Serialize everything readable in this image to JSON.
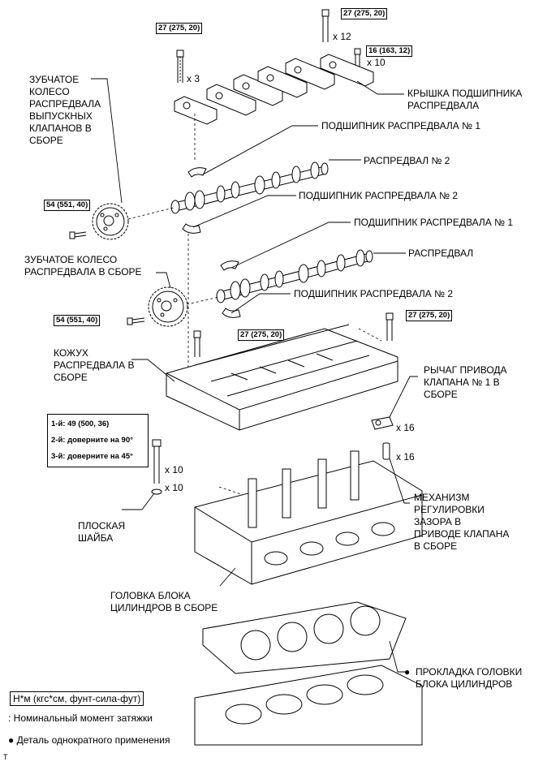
{
  "labels": {
    "exhaust_gear": "ЗУБЧАТОЕ\nКОЛЕСО\nРАСПРЕДВАЛА\nВЫПУСКНЫХ\nКЛАПАНОВ В\nСБОРЕ",
    "bearing_cap": "КРЫШКА ПОДШИПНИКА\nРАСПРЕДВАЛА",
    "bearing_1a": "ПОДШИПНИК РАСПРЕДВАЛА № 1",
    "camshaft_2": "РАСПРЕДВАЛ № 2",
    "bearing_2a": "ПОДШИПНИК РАСПРЕДВАЛА № 2",
    "bearing_1b": "ПОДШИПНИК РАСПРЕДВАЛА № 1",
    "camshaft": "РАСПРЕДВАЛ",
    "intake_gear": "ЗУБЧАТОЕ КОЛЕСО\nРАСПРЕДВАЛА В СБОРЕ",
    "bearing_2b": "ПОДШИПНИК РАСПРЕДВАЛА № 2",
    "housing": "КОЖУХ\nРАСПРЕДВАЛА В\nСБОРЕ",
    "rocker_arm": "РЫЧАГ ПРИВОДА\nКЛАПАНА № 1 В\nСБОРЕ",
    "lash_adjuster": "МЕХАНИЗМ\nРЕГУЛИРОВКИ\nЗАЗОРА В\nПРИВОДЕ КЛАПАНА\nВ СБОРЕ",
    "plate_washer": "ПЛОСКАЯ\nШАЙБА",
    "cylinder_head": "ГОЛОВКА БЛОКА\nЦИЛИНДРОВ В СБОРЕ",
    "head_gasket": "ПРОКЛАДКА ГОЛОВКИ\nБЛОКА ЦИЛИНДРОВ"
  },
  "torques": {
    "t_top_left": "27 (275, 20)",
    "t_top_right": "27 (275, 20)",
    "t_small": "16 (163, 12)",
    "t_exhaust_gear": "54 (551, 40)",
    "t_intake_gear": "54 (551, 40)",
    "t_housing_right": "27 (275, 20)",
    "t_housing_mid": "27 (275, 20)"
  },
  "quantities": {
    "q_top_left": "x 3",
    "q_top_right": "x 12",
    "q_small": "x 10",
    "q_rocker": "x 16",
    "q_lash": "x 16",
    "q_head_bolts": "x 10",
    "q_washers": "x 10"
  },
  "head_bolt_steps": {
    "step1": "1-й: 49 (500, 36)",
    "step2": "2-й: доверните на 90°",
    "step3": "3-й: доверните на 45°"
  },
  "legend": {
    "unit_box": "Н*м (кгс*см, фунт-сила-фут)",
    "unit_desc": ": Номинальный момент затяжки",
    "bullet": "●",
    "non_reusable": "Деталь однократного применения"
  },
  "footer": "T"
}
